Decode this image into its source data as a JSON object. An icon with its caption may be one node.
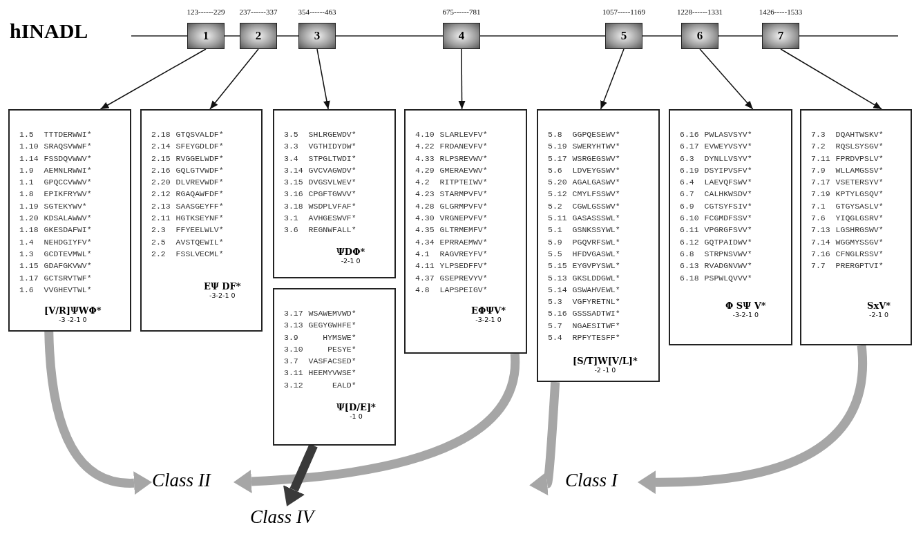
{
  "diagram": {
    "title": "hINADL",
    "nodes": [
      {
        "text": [
          "1"
        ],
        "beside": [
          "123------229"
        ]
      },
      {
        "text": [
          "2"
        ],
        "beside": [
          "237------337"
        ]
      },
      {
        "text": [
          "3"
        ],
        "beside": [
          "354------463"
        ]
      },
      {
        "text": [
          "4"
        ],
        "beside": [
          "675------781"
        ]
      },
      {
        "text": [
          "5"
        ],
        "beside": [
          "1057-----1169"
        ]
      },
      {
        "text": [
          "6"
        ],
        "beside": [
          "1228------1331"
        ]
      },
      {
        "text": [
          "7"
        ],
        "beside": [
          "1426-----1533"
        ]
      },
      {
        "text": [
          "1.5",
          "TTTDERWWI*",
          "1.10",
          "SRAQSVWWF*",
          "1.14",
          "FSSDQVWWV*",
          "1.9",
          "AEMNLRWWI*",
          "1.1",
          "GPQCCVWWV*",
          "1.8",
          "EPIKFRYWV*",
          "1.19",
          "SGTEKYWV*",
          "1.20",
          "KDSALAWWV*",
          "1.18",
          "GKESDAFWI*",
          "1.4",
          "NEHDGIYFV*",
          "1.3",
          "GCDTEVMWL*",
          "1.15",
          "GDAFGKVWV*",
          "1.17",
          "GCTSRVTWF*",
          "1.6",
          "VVGHEVTWL*",
          "[V/R]ΨWΦ*",
          "-3 -2-1 0"
        ]
      },
      {
        "text": [
          "2.18",
          "GTQSVALDF*",
          "2.14",
          "SFEYGDLDF*",
          "2.15",
          "RVGGELWDF*",
          "2.16",
          "GQLGTVWDF*",
          "2.20",
          "DLVREVWDF*",
          "2.12",
          "RGAQAWFDF*",
          "2.13",
          "SAASGEYFF*",
          "2.11",
          "HGTKSEYNF*",
          "2.3",
          "FFYEELWLV*",
          "2.5",
          "AVSTQEWIL*",
          "2.2",
          "FSSLVECML*",
          "EΨ DF*",
          "-3-2-1 0"
        ]
      },
      {
        "text": [
          "3.5",
          "SHLRGEWDV*",
          "3.3",
          "VGTHIDYDW*",
          "3.4",
          "STPGLTWDI*",
          "3.14",
          "GVCVAGWDV*",
          "3.15",
          "DVGSVLWEV*",
          "3.16",
          "CPGFTGWVV*",
          "3.18",
          "WSDPLVFAF*",
          "3.1",
          "AVHGESWVF*",
          "3.6",
          "REGNWFALL*",
          "ΨDΦ*",
          "-2-1 0"
        ]
      },
      {
        "text": [
          "3.17",
          "WSAWEMVWD*",
          "3.13",
          "GEGYGWHFE*",
          "3.9",
          "HYMSWE*",
          "3.10",
          "PESYE*",
          "3.7",
          "VASFACSED*",
          "3.11",
          "HEEMYVWSE*",
          "3.12",
          "EALD*",
          "Ψ[D/E]*",
          "-1 0"
        ]
      },
      {
        "text": [
          "4.10",
          "SLARLEVFV*",
          "4.22",
          "FRDANEVFV*",
          "4.33",
          "RLPSREVWV*",
          "4.29",
          "GMERAEVWV*",
          "4.2",
          "RITPTEIWV*",
          "4.23",
          "STARMPVFV*",
          "4.28",
          "GLGRMPVFV*",
          "4.30",
          "VRGNEPVFV*",
          "4.35",
          "GLTRMEMFV*",
          "4.34",
          "EPRRAEMWV*",
          "4.1",
          "RAGVREYFV*",
          "4.11",
          "YLPSEDFFV*",
          "4.37",
          "GSEPREVYV*",
          "4.8",
          "LAPSPEIGV*",
          "EΦΨV*",
          "-3-2-1 0"
        ]
      },
      {
        "text": [
          "5.8",
          "GGPQESEWV*",
          "5.19",
          "SWERYHTWV*",
          "5.17",
          "WSRGEGSWV*",
          "5.6",
          "LDVEYGSWV*",
          "5.20",
          "AGALGASWV*",
          "5.12",
          "CMYLFSSWV*",
          "5.2",
          "CGWLGSSWV*",
          "5.11",
          "GASASSSWL*",
          "5.1",
          "GSNKSSYWL*",
          "5.9",
          "PGQVRFSWL*",
          "5.5",
          "HFDVGASWL*",
          "5.15",
          "EYGVPYSWL*",
          "5.13",
          "GKSLDDGWL*",
          "5.14",
          "GSWAHVEWL*",
          "5.3",
          "VGFYRETNL*",
          "5.16",
          "GSSSADTWI*",
          "5.7",
          "NGAESITWF*",
          "5.4",
          "RPFYTESFF*",
          "[S/T]W[V/L]*",
          "-2 -1 0"
        ]
      },
      {
        "text": [
          "6.16",
          "PWLASVSYV*",
          "6.17",
          "EVWEYVSYV*",
          "6.3",
          "DYNLLVSYV*",
          "6.19",
          "DSYIPVSFV*",
          "6.4",
          "LAEVQFSWV*",
          "6.7",
          "CALHKWSDV*",
          "6.9",
          "CGTSYFSIV*",
          "6.10",
          "FCGMDFSSV*",
          "6.11",
          "VPGRGFSVV*",
          "6.12",
          "GQTPAIDWV*",
          "6.8",
          "STRPNSVWV*",
          "6.13",
          "RVADGNVWV*",
          "6.18",
          "PSPWLQVVV*",
          "Φ SΨ V*",
          "-3-2-1 0"
        ]
      },
      {
        "text": [
          "7.3",
          "DQAHTWSKV*",
          "7.2",
          "RQSLSYSGV*",
          "7.11",
          "FPRDVPSLV*",
          "7.9",
          "WLLAMGSSV*",
          "7.17",
          "VSETERSYV*",
          "7.19",
          "KPTYLGSQV*",
          "7.1",
          "GTGYSASLV*",
          "7.6",
          "YIQGLGSRV*",
          "7.13",
          "LGSHRGSWV*",
          "7.14",
          "WGGMYSSGV*",
          "7.16",
          "CFNGLRSSV*",
          "7.7",
          "PRERGPTVI*",
          "SxV*",
          "-2-1 0"
        ]
      },
      {
        "text": [
          "Class II"
        ]
      },
      {
        "text": [
          "Class IV"
        ]
      },
      {
        "text": [
          "Class I"
        ]
      }
    ],
    "edges": [
      {
        "from": 0,
        "to": 7,
        "arrow": "to"
      },
      {
        "from": 1,
        "to": 8,
        "arrow": "to"
      },
      {
        "from": 2,
        "to": 9,
        "arrow": "to"
      },
      {
        "from": 3,
        "to": 11,
        "arrow": "to"
      },
      {
        "from": 4,
        "to": 12,
        "arrow": "to"
      },
      {
        "from": 5,
        "to": 13,
        "arrow": "to"
      },
      {
        "from": 6,
        "to": 14,
        "arrow": "to"
      },
      {
        "from": 7,
        "to": 15,
        "arrow": "to",
        "style": "thick",
        "color": "#a6a6a6"
      },
      {
        "from": 11,
        "to": 15,
        "arrow": "to",
        "style": "thick",
        "color": "#a6a6a6"
      },
      {
        "from": 10,
        "to": 16,
        "arrow": "to",
        "style": "thick",
        "color": "#3a3a3a"
      },
      {
        "from": 12,
        "to": 17,
        "arrow": "to",
        "style": "thick",
        "color": "#a6a6a6"
      },
      {
        "from": 14,
        "to": 17,
        "arrow": "to",
        "style": "thick",
        "color": "#a6a6a6"
      }
    ]
  }
}
